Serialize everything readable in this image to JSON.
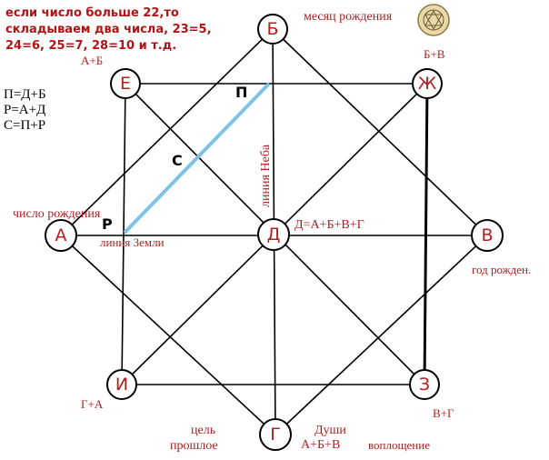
{
  "rule": {
    "lines": [
      "если число больше 22,то",
      "складываем два числа, 23=5,",
      "24=6, 25=7, 28=10 и т.д."
    ]
  },
  "formulas": [
    "П=Д+Б",
    "Р=А+Д",
    "С=П+Р"
  ],
  "nodes": {
    "B_top": "Б",
    "E": "Е",
    "Zh": "Ж",
    "A": "А",
    "D": "Д",
    "V": "В",
    "I": "И",
    "Z": "З",
    "G": "Г"
  },
  "labels": {
    "birth_month": "месяц рождения",
    "a_plus_b": "А+Б",
    "b_plus_v": "Б+В",
    "birth_number": "число рождения",
    "earth_line": "линия Земли",
    "sky_line": "линия Неба",
    "d_formula": "Д=А+Б+В+Г",
    "birth_year": "год рожден.",
    "g_plus_a": "Г+А",
    "v_plus_g": "В+Г",
    "goal": "цель",
    "past": "прошлое",
    "souls": "Души",
    "a_b_v": "А+Б+В",
    "embodiment": "воплощение"
  },
  "points": {
    "P": "П",
    "S": "С",
    "R": "Р"
  },
  "colors": {
    "accent_red": "#b02020",
    "line": "#000000",
    "highlight": "#7ec3e6"
  },
  "icons": {
    "logo": "round-emblem-icon"
  }
}
